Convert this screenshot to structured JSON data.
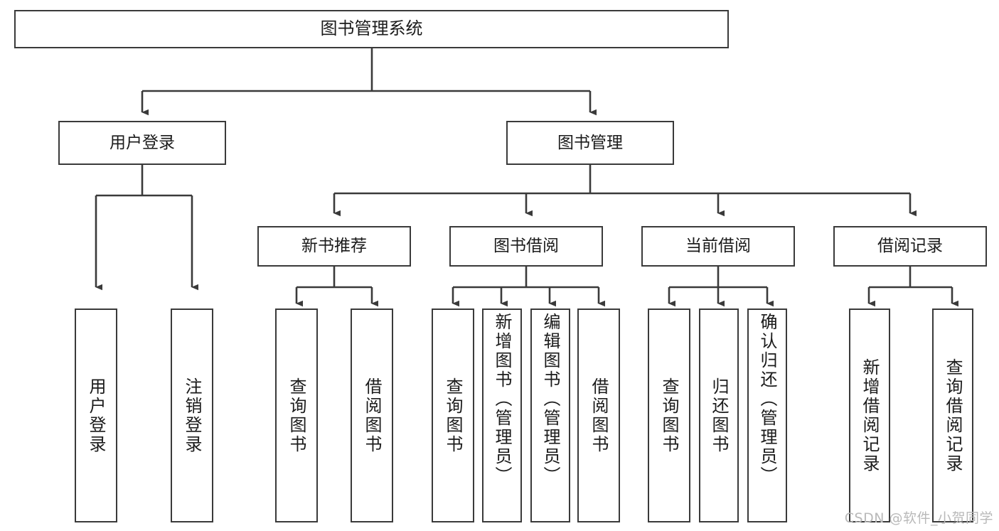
{
  "diagram": {
    "type": "tree-hierarchy-chart",
    "title": "图书管理系统",
    "orientation": "top-down",
    "line_color": "#3a3a3a",
    "box_fill": "#ffffff",
    "text_color": "#1b1b1b",
    "watermark": "CSDN @软件_小贺同学"
  },
  "nodes": {
    "root": {
      "label": "图书管理系统"
    },
    "level2": [
      {
        "label": "用户登录"
      },
      {
        "label": "图书管理"
      }
    ],
    "level3": [
      {
        "label": "新书推荐"
      },
      {
        "label": "图书借阅"
      },
      {
        "label": "当前借阅"
      },
      {
        "label": "借阅记录"
      }
    ],
    "leaves": {
      "user_login": [
        {
          "label": "用户登录"
        },
        {
          "label": "注销登录"
        }
      ],
      "new_book_recommend": [
        {
          "label": "查询图书"
        },
        {
          "label": "借阅图书"
        }
      ],
      "book_borrow": [
        {
          "label": "查询图书"
        },
        {
          "label": "新增图书（管理员）"
        },
        {
          "label": "编辑图书（管理员）"
        },
        {
          "label": "借阅图书"
        }
      ],
      "current_borrow": [
        {
          "label": "查询图书"
        },
        {
          "label": "归还图书"
        },
        {
          "label": "确认归还（管理员）"
        }
      ],
      "borrow_records": [
        {
          "label": "新增借阅记录"
        },
        {
          "label": "查询借阅记录"
        }
      ]
    }
  }
}
